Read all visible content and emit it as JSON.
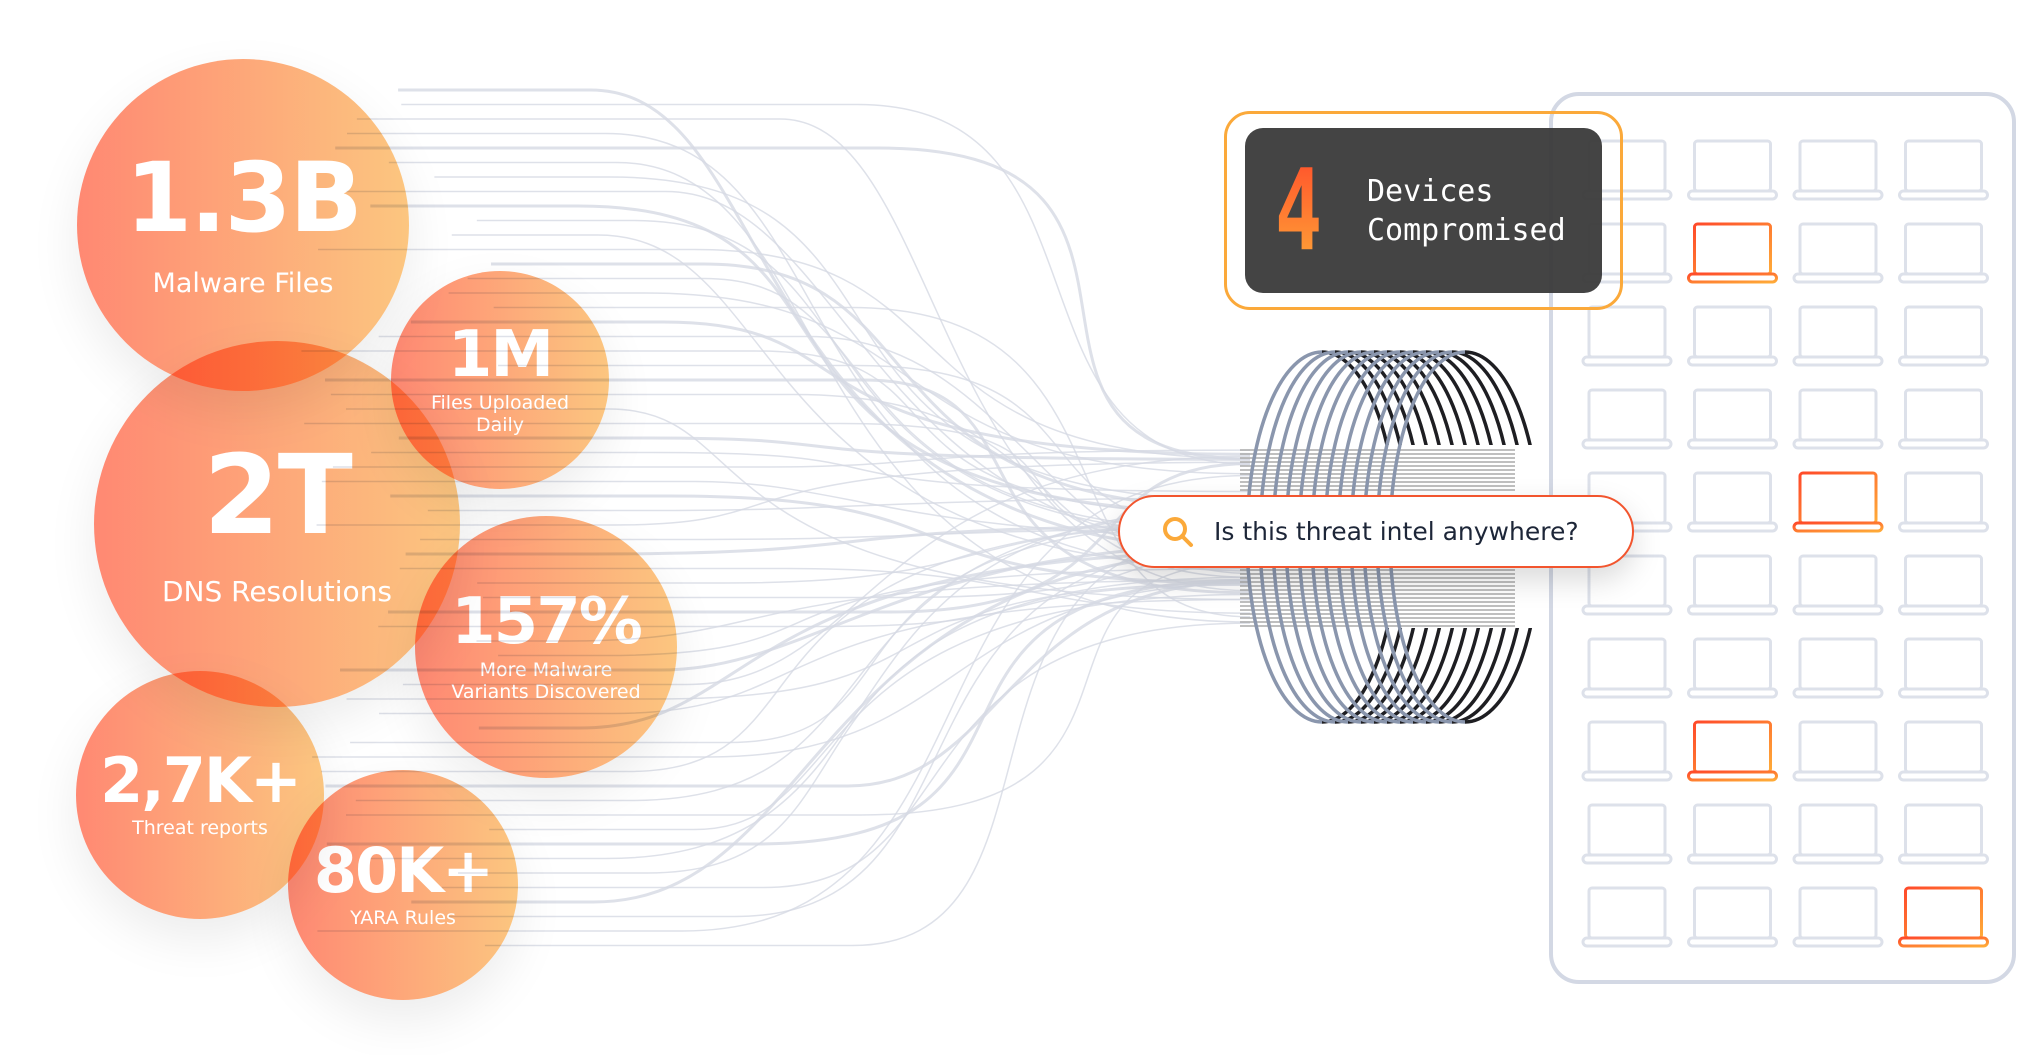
{
  "stats": [
    {
      "value": "1.3B",
      "label": "Malware Files"
    },
    {
      "value": "1M",
      "label": "Files Uploaded Daily"
    },
    {
      "value": "2T",
      "label": "DNS Resolutions"
    },
    {
      "value": "157%",
      "label": "More Malware Variants Discovered"
    },
    {
      "value": "2,7K+",
      "label": "Threat reports"
    },
    {
      "value": "80K+",
      "label": "YARA Rules"
    }
  ],
  "alert": {
    "count": "4",
    "line1": "Devices",
    "line2": "Compromised"
  },
  "search": {
    "icon": "search-icon",
    "text": "Is this threat intel anywhere?"
  },
  "devices": {
    "columns": 4,
    "rows": 10,
    "compromised": [
      [
        1,
        1
      ],
      [
        4,
        2
      ],
      [
        7,
        1
      ],
      [
        9,
        3
      ]
    ]
  },
  "colors": {
    "accent_start": "#ff4a2a",
    "accent_end": "#ffab38",
    "line": "#d6dae3",
    "coil_front": "#8a96ad",
    "coil_back": "#1e1e22",
    "panel_border": "#d3d8e4"
  }
}
